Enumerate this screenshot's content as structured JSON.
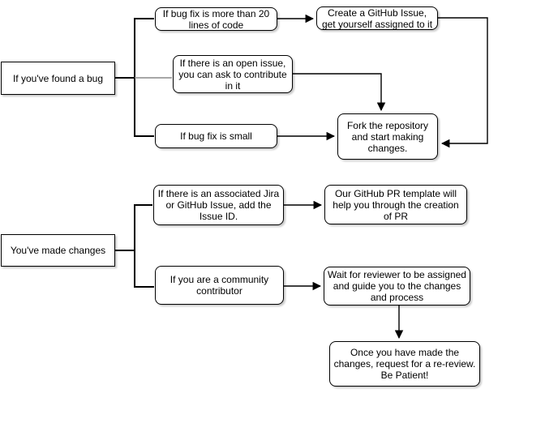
{
  "diagram": {
    "type": "flowchart",
    "background_color": "#ffffff",
    "box_fill_color": "#ffffff",
    "box_border_color": "#000000",
    "line_color": "#000000",
    "nodes": {
      "found_bug": {
        "label": "If you've found a bug",
        "shape": "rectangle"
      },
      "bugfix_large": {
        "label": "If bug fix is more than 20 lines of code",
        "shape": "rounded"
      },
      "open_issue": {
        "label": "If there is an open issue, you can ask to contribute in it",
        "shape": "rounded"
      },
      "bugfix_small": {
        "label": "If bug fix is small",
        "shape": "rounded"
      },
      "create_issue": {
        "label": "Create a GitHub Issue, get yourself assigned to it",
        "shape": "rounded"
      },
      "fork_repo": {
        "label": "Fork the repository and start making changes.",
        "shape": "rounded"
      },
      "made_changes": {
        "label": "You've made changes",
        "shape": "rectangle"
      },
      "jira_issue": {
        "label": "If there is an associated Jira or GitHub Issue, add the Issue ID.",
        "shape": "rounded"
      },
      "pr_template": {
        "label": "Our GitHub PR template will help you through the creation of PR",
        "shape": "rounded"
      },
      "community_contributor": {
        "label": "If you are a community contributor",
        "shape": "rounded"
      },
      "wait_reviewer": {
        "label": "Wait for reviewer to be assigned and guide you to the changes and process",
        "shape": "rounded"
      },
      "re_review": {
        "label": "Once you have made the changes, request for a re-review. Be Patient!",
        "shape": "rounded"
      }
    },
    "edges": [
      {
        "from": "found_bug",
        "to": "bugfix_large",
        "arrow": false
      },
      {
        "from": "found_bug",
        "to": "open_issue",
        "arrow": false
      },
      {
        "from": "found_bug",
        "to": "bugfix_small",
        "arrow": false
      },
      {
        "from": "bugfix_large",
        "to": "create_issue",
        "arrow": true
      },
      {
        "from": "create_issue",
        "to": "fork_repo",
        "arrow": true
      },
      {
        "from": "open_issue",
        "to": "fork_repo",
        "arrow": true
      },
      {
        "from": "bugfix_small",
        "to": "fork_repo",
        "arrow": true
      },
      {
        "from": "made_changes",
        "to": "jira_issue",
        "arrow": false
      },
      {
        "from": "made_changes",
        "to": "community_contributor",
        "arrow": false
      },
      {
        "from": "jira_issue",
        "to": "pr_template",
        "arrow": true
      },
      {
        "from": "community_contributor",
        "to": "wait_reviewer",
        "arrow": true
      },
      {
        "from": "wait_reviewer",
        "to": "re_review",
        "arrow": true
      }
    ]
  }
}
